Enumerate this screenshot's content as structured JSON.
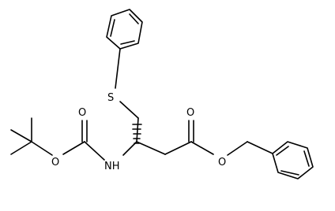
{
  "atoms": {
    "sulfur": "S",
    "nitrogen_h": "NH",
    "carbamate_carbonyl_o": "O",
    "carbamate_ether_o": "O",
    "ester_carbonyl_o": "O",
    "ester_ether_o": "O"
  },
  "colors": {
    "bond": "#000000",
    "background": "#ffffff"
  }
}
